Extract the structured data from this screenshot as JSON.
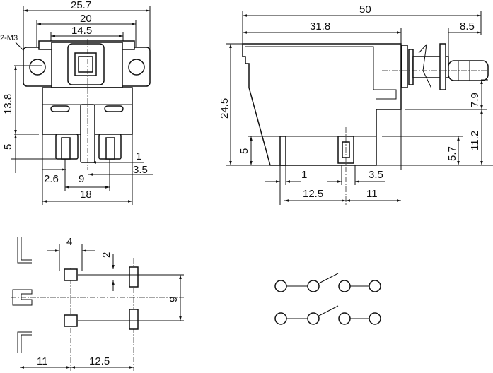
{
  "front_view": {
    "dims": {
      "width_total": "25.7",
      "width_holes": "20",
      "width_housing": "14.5",
      "mount": "2-M3",
      "height_hole": "13.8",
      "height_term": "5",
      "term_width": "1",
      "term_off": "3.5",
      "term_left": "2.6",
      "term_pitch": "9",
      "base_width": "18"
    }
  },
  "side_view": {
    "dims": {
      "length_total": "50",
      "length_body": "31.8",
      "plunger": "8.5",
      "height_total": "24.5",
      "plunger_height": "7.9",
      "axis_height": "11.2",
      "term_len": "5",
      "term_len2": "5.7",
      "term_w": "1",
      "term_off": "3.5",
      "pitch_a": "12.5",
      "pitch_b": "11"
    }
  },
  "footprint": {
    "dims": {
      "pad_spacing": "4",
      "pad_size": "2",
      "row_pitch": "9",
      "edge": "11",
      "col_pitch": "12.5"
    }
  }
}
